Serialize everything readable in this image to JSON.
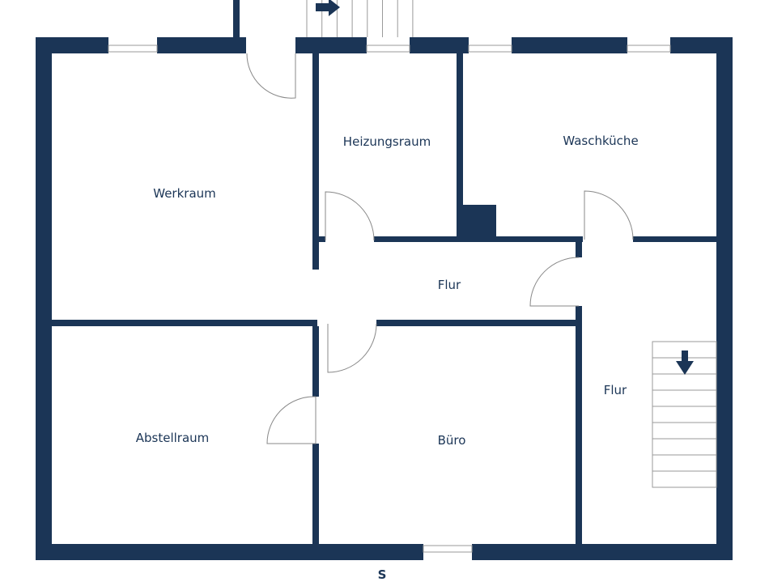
{
  "colors": {
    "wall": "#1b3556",
    "line": "#9a9a9a",
    "background": "#ffffff"
  },
  "rooms": {
    "werkraum": "Werkraum",
    "heizungsraum": "Heizungsraum",
    "waschkueche": "Waschküche",
    "flur_center": "Flur",
    "flur_right": "Flur",
    "abstellraum": "Abstellraum",
    "buero": "Büro"
  },
  "compass": "S",
  "icons": [
    "stair-arrow-right-icon",
    "stair-arrow-down-icon"
  ]
}
